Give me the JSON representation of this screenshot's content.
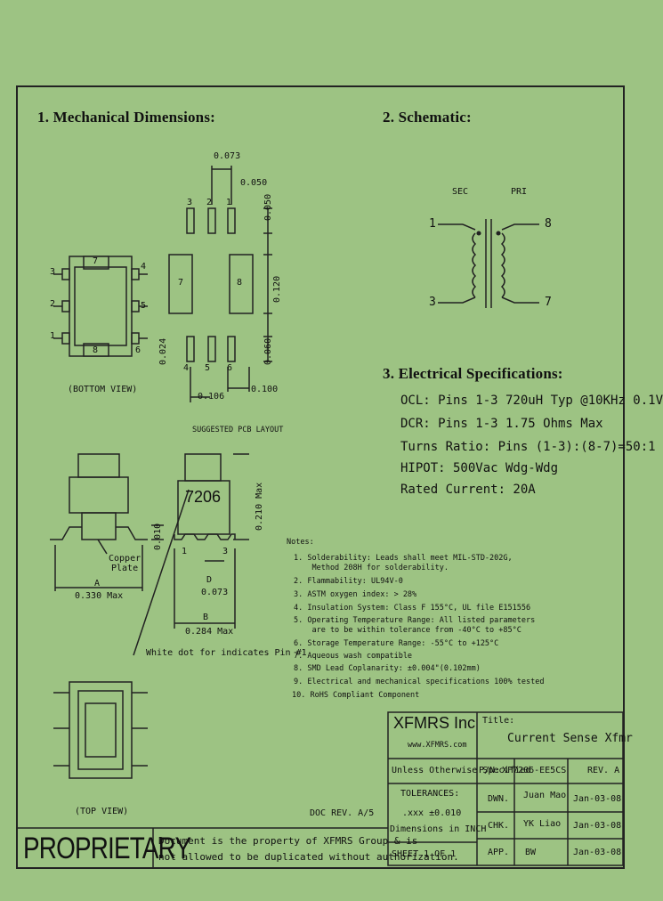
{
  "headings": {
    "mechanical": "1. Mechanical Dimensions:",
    "schematic": "2. Schematic:",
    "electrical": "3. Electrical Specifications:"
  },
  "mech": {
    "dim_0073_top": "0.073",
    "dim_0050_top": "0.050",
    "dim_0050_v": "0.050",
    "dim_0120_v": "0.120",
    "dim_0060_v": "0.060",
    "dim_0024_v": "0.024",
    "dim_0106": "0.106",
    "dim_0100": "0.100",
    "pad_labels_top": [
      "3",
      "2",
      "1"
    ],
    "pad_labels_bottom": [
      "4",
      "5",
      "6"
    ],
    "pad_7": "7",
    "pad_8": "8",
    "suggested_pcb": "SUGGESTED PCB LAYOUT",
    "bottom_view": "(BOTTOM VIEW)",
    "bv_left_pins": [
      "3",
      "2",
      "1"
    ],
    "bv_right_pins": [
      "4",
      "5",
      "6"
    ],
    "bv_top_pad": "7",
    "bv_bottom_pad": "8",
    "part_marking": "7206",
    "dim_0010": "0.010",
    "dim_0210": "0.210 Max",
    "copper_plate": "Copper\nPlate",
    "dim_A": "A",
    "dim_0330": "0.330 Max",
    "dim_D": "D",
    "dim_0073_b": "0.073",
    "dim_B": "B",
    "dim_0284": "0.284 Max",
    "side_pin1": "1",
    "side_pin3": "3",
    "white_dot": "White dot for indicates Pin #1",
    "top_view": "(TOP VIEW)"
  },
  "schematic": {
    "sec": "SEC",
    "pri": "PRI",
    "pin1": "1",
    "pin3": "3",
    "pin8": "8",
    "pin7": "7"
  },
  "electrical": [
    "OCL: Pins 1-3 720uH Typ @10KHz 0.1V",
    "DCR: Pins 1-3 1.75 Ohms Max",
    "Turns Ratio: Pins (1-3):(8-7)=50:1",
    "HIPOT: 500Vac Wdg-Wdg",
    "Rated Current: 20A"
  ],
  "notes": {
    "title": "Notes:",
    "items": [
      "1. Solderability: Leads shall meet MIL-STD-202G,",
      "    Method 208H for solderability.",
      "2. Flammability: UL94V-0",
      "3. ASTM oxygen index: > 28%",
      "4. Insulation System: Class F 155°C, UL file E151556",
      "5. Operating Temperature Range: All listed parameters",
      "    are to be within tolerance from -40°C to +85°C",
      "6. Storage Temperature Range: -55°C to +125°C",
      "7. Aqueous wash compatible",
      "8. SMD Lead Coplanarity: ±0.004\"(0.102mm)",
      "9. Electrical and mechanical specifications 100% tested",
      "10. RoHS Compliant Component"
    ]
  },
  "doc_rev": "DOC REV. A/5",
  "title_block": {
    "company": "XFMRS Inc",
    "website": "www.XFMRS.com",
    "title_label": "Title:",
    "title_value": "Current Sense Xfmr",
    "unless": "Unless Otherwise Specified",
    "pn_label": "P/N:",
    "pn_value": "XF7206-EE5CS",
    "rev": "REV. A",
    "tolerances": "TOLERANCES:",
    "tol_value": ".xxx ±0.010",
    "dimensions": "Dimensions in INCH",
    "dwn_label": "DWN.",
    "dwn_name": "Juan Mao",
    "dwn_date": "Jan-03-08",
    "chk_label": "CHK.",
    "chk_name": "YK Liao",
    "chk_date": "Jan-03-08",
    "app_label": "APP.",
    "app_name": "BW",
    "app_date": "Jan-03-08",
    "sheet": "SHEET 1 OF 1"
  },
  "footer": {
    "proprietary": "PROPRIETARY",
    "line1": "Document is the property of XFMRS Group & is",
    "line2": "not allowed to be duplicated without authorization."
  }
}
